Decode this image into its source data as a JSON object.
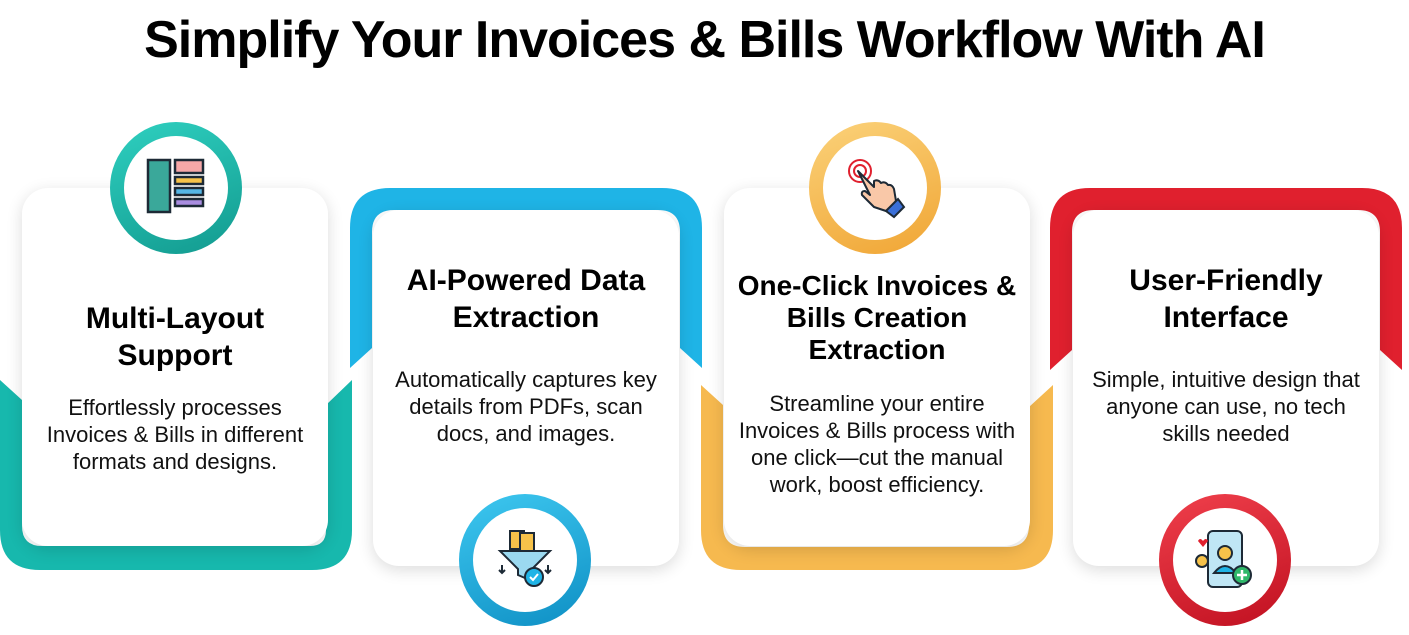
{
  "title": "Simplify Your Invoices & Bills Workflow With AI",
  "colors": {
    "teal": "#17b8ad",
    "blue": "#1fb4e6",
    "orange": "#f6b94f",
    "red": "#e0202e"
  },
  "cards": [
    {
      "heading": "Multi-Layout Support",
      "description": "Effortlessly processes Invoices & Bills in different formats and designs.",
      "icon": "layout-icon"
    },
    {
      "heading": "AI-Powered Data Extraction",
      "description": "Automatically captures key details from PDFs, scan docs, and images.",
      "icon": "funnel-gear-icon"
    },
    {
      "heading": "One-Click Invoices & Bills Creation Extraction",
      "description": "Streamline your entire Invoices & Bills process with one click—cut the manual work, boost efficiency.",
      "icon": "tap-hand-icon"
    },
    {
      "heading": "User-Friendly Interface",
      "description": "Simple, intuitive design that anyone can use, no tech skills needed",
      "icon": "phone-user-icon"
    }
  ]
}
